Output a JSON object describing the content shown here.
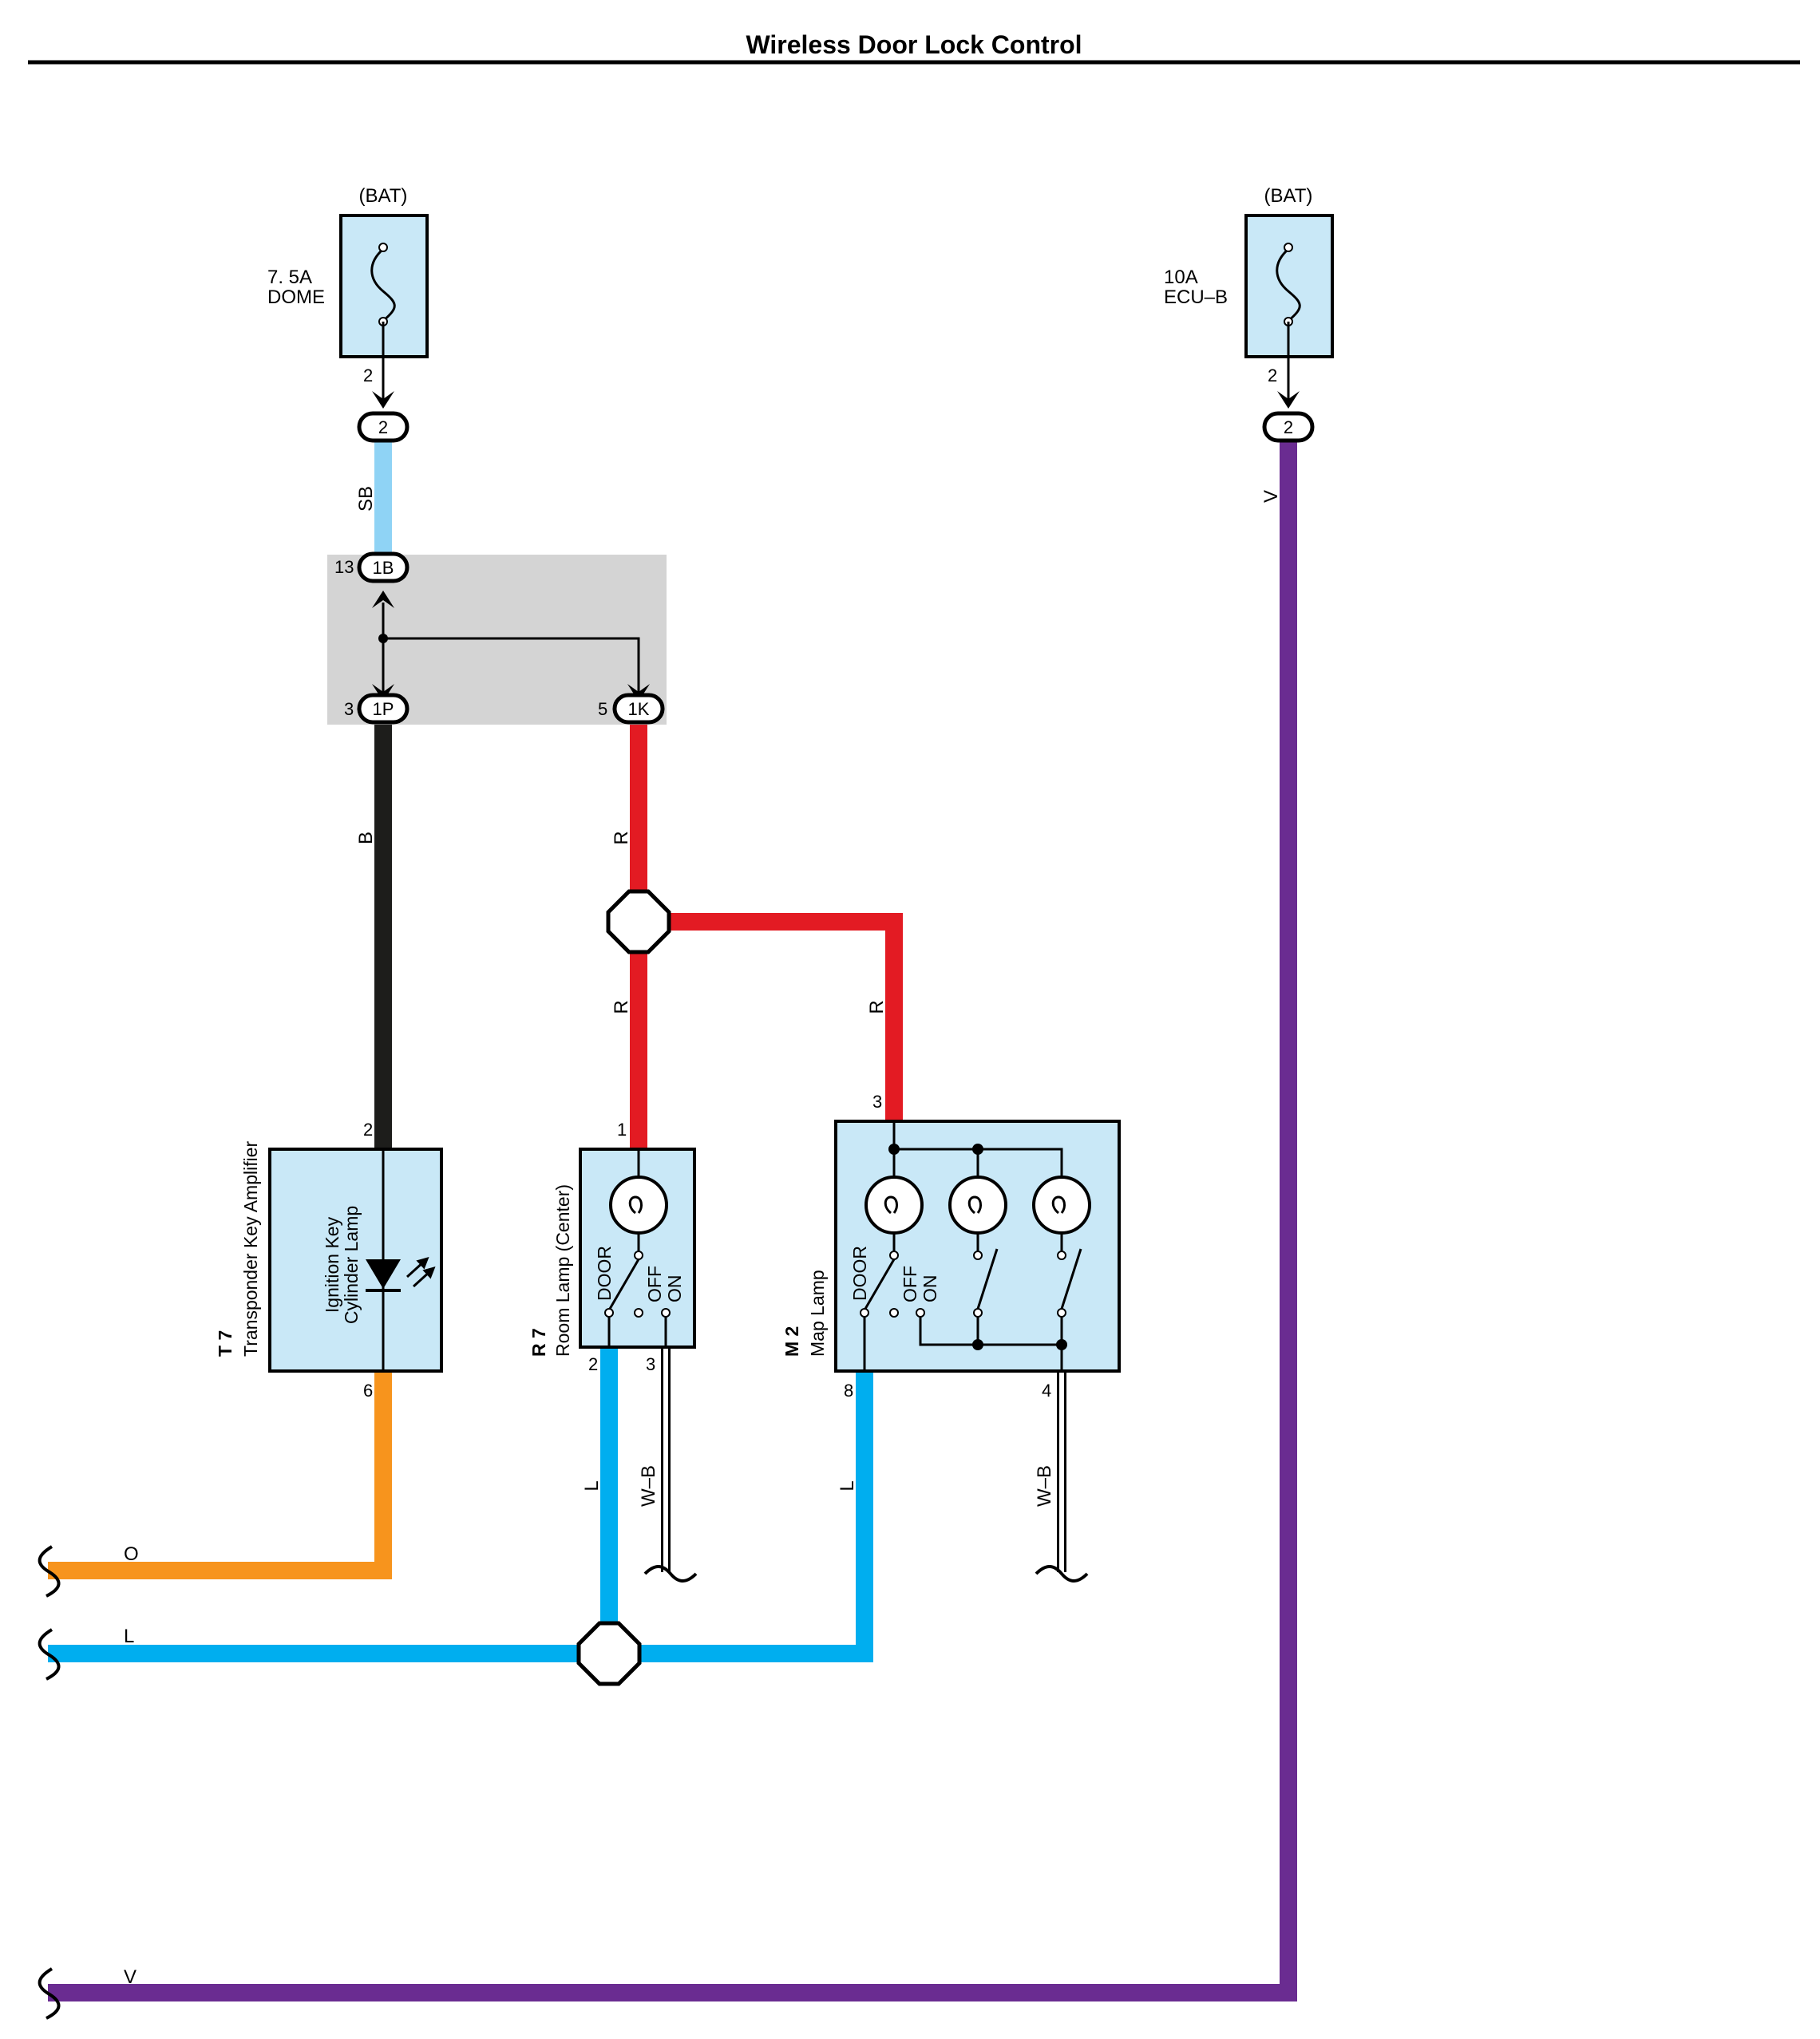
{
  "title": "Wireless Door Lock Control",
  "colors": {
    "SB": "#8fd3f5",
    "B": "#1d1d1b",
    "R": "#e31b23",
    "V": "#6a2c91",
    "O": "#f7941d",
    "L": "#00aeef",
    "component_fill": "#c9e8f7",
    "junction_block_fill": "#d4d4d4"
  },
  "fuses": [
    {
      "source": "(BAT)",
      "rating": "7. 5A",
      "name": "DOME",
      "pin": "2",
      "connector": "2"
    },
    {
      "source": "(BAT)",
      "rating": "10A",
      "name": "ECU–B",
      "pin": "2",
      "connector": "2"
    }
  ],
  "junction_block": {
    "connectors": [
      {
        "id": "1B",
        "pin": "13"
      },
      {
        "id": "1P",
        "pin": "3"
      },
      {
        "id": "1K",
        "pin": "5"
      }
    ]
  },
  "wires": {
    "sb": "SB",
    "b": "B",
    "r_top": "R",
    "r_mid": "R",
    "r_map": "R",
    "v_top": "V",
    "l_room": "L",
    "l_map": "L",
    "wb_room": "W–B",
    "wb_map": "W–B",
    "o_left": "O",
    "l_left": "L",
    "v_left": "V"
  },
  "components": {
    "t7": {
      "code": "T 7",
      "name": "Transponder Key Amplifier",
      "inner_line1": "Ignition Key",
      "inner_line2": "Cylinder Lamp",
      "pin_top": "2",
      "pin_bottom": "6"
    },
    "r7": {
      "code": "R 7",
      "name": "Room Lamp (Center)",
      "switch_labels": [
        "DOOR",
        "OFF",
        "ON"
      ],
      "pin_top": "1",
      "pin_bottom_left": "2",
      "pin_bottom_right": "3"
    },
    "m2": {
      "code": "M 2",
      "name": "Map Lamp",
      "switch_labels": [
        "DOOR",
        "OFF",
        "ON"
      ],
      "pin_top": "3",
      "pin_bottom_left": "8",
      "pin_bottom_right": "4"
    }
  }
}
